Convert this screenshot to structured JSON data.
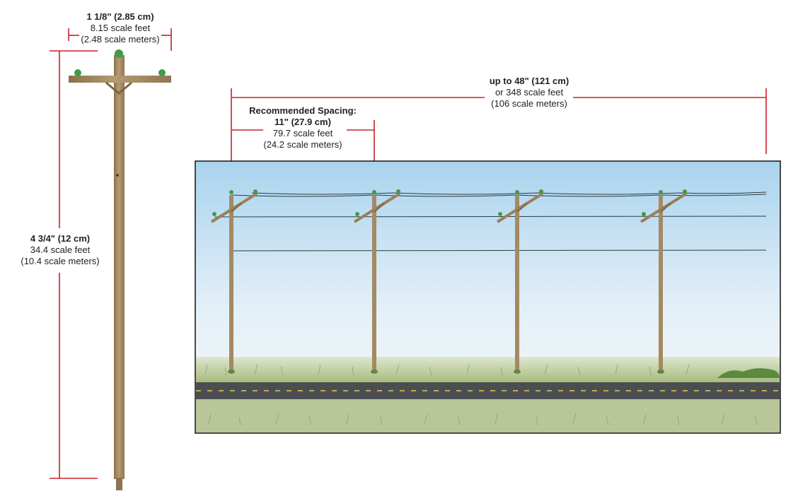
{
  "width_dim": {
    "primary": "1 1/8\" (2.85 cm)",
    "feet": "8.15 scale feet",
    "meters": "(2.48 scale meters)"
  },
  "height_dim": {
    "primary": "4 3/4\" (12 cm)",
    "feet": "34.4 scale feet",
    "meters": "(10.4 scale meters)"
  },
  "max_span": {
    "primary": "up to 48\" (121 cm)",
    "feet": "or 348 scale feet",
    "meters": "(106 scale meters)"
  },
  "spacing": {
    "heading": "Recommended Spacing:",
    "primary": "11\" (27.9 cm)",
    "feet": "79.7 scale feet",
    "meters": "(24.2 scale meters)"
  },
  "colors": {
    "dimension_line": "#c8202a",
    "pole_wood": "#a48a62",
    "insulator": "#3f9a4a",
    "sky_top": "#a9d3ee",
    "sky_bottom": "#f4f8fb",
    "grass": "#b7c690",
    "road": "#4b4e50",
    "road_stripe": "#e2c84a"
  }
}
